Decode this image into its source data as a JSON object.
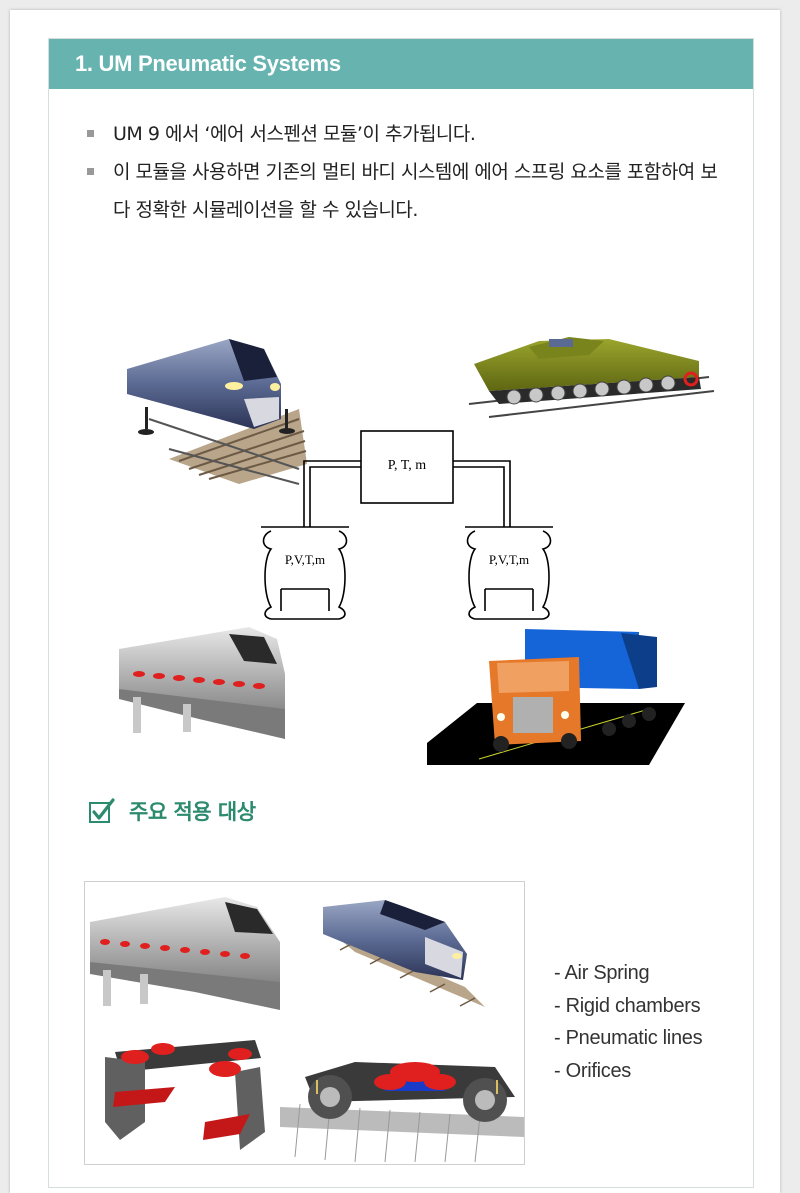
{
  "section": {
    "title": "1. UM Pneumatic Systems"
  },
  "bullets": [
    {
      "text": "UM 9 에서 ‘에어 서스펜션 모듈’이 추가됩니다."
    },
    {
      "text": "이 모듈을 사용하면 기존의 멀티 바디 시스템에 에어 스프링 요소를 포함하여 보다 정확한 시뮬레이션을 할 수 있습니다."
    }
  ],
  "diagram": {
    "chamber_label": "P, T, m",
    "left_spring_label": "P,V,T,m",
    "right_spring_label": "P,V,T,m"
  },
  "applications": {
    "heading": "주요 적용 대상"
  },
  "components": [
    {
      "text": "- Air Spring"
    },
    {
      "text": "- Rigid chambers"
    },
    {
      "text": "- Pneumatic lines"
    },
    {
      "text": "- Orifices"
    }
  ],
  "colors": {
    "header": "#66b3b0",
    "heading_green": "#2c8a6e",
    "air_spring_red": "#e01f1f"
  },
  "icons": [
    "check-icon",
    "square-bullet-icon"
  ]
}
